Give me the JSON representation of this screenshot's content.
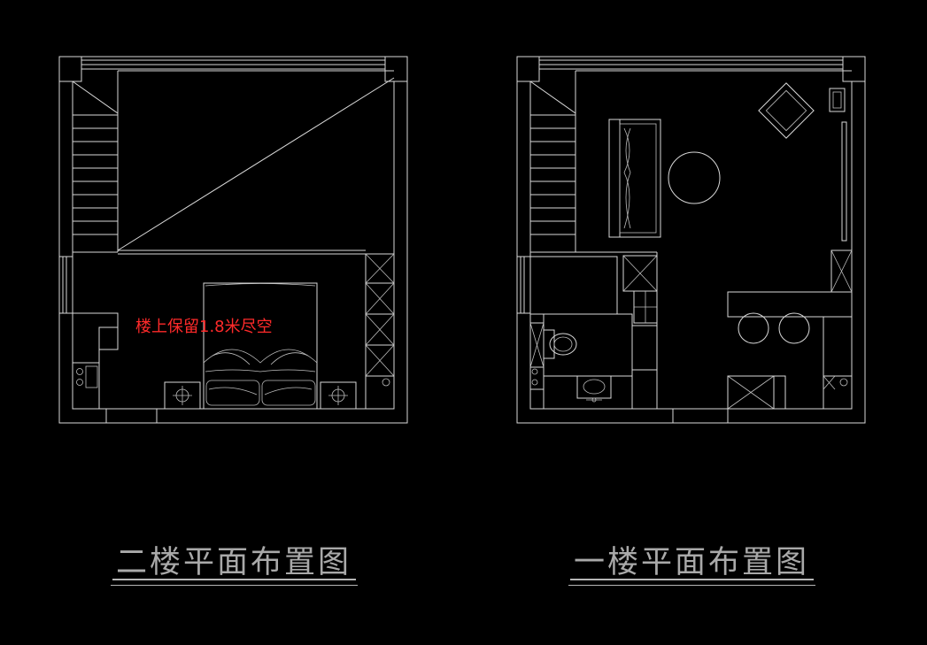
{
  "drawing": {
    "background_color": "#000000",
    "line_color": "#d8d8d8",
    "annotation_color": "#ff2a2a",
    "title_color": "#a9a9a9"
  },
  "upper_floor": {
    "title": "二楼平面布置图",
    "annotation": "楼上保留1.8米尽空"
  },
  "lower_floor": {
    "title": "一楼平面布置图"
  }
}
